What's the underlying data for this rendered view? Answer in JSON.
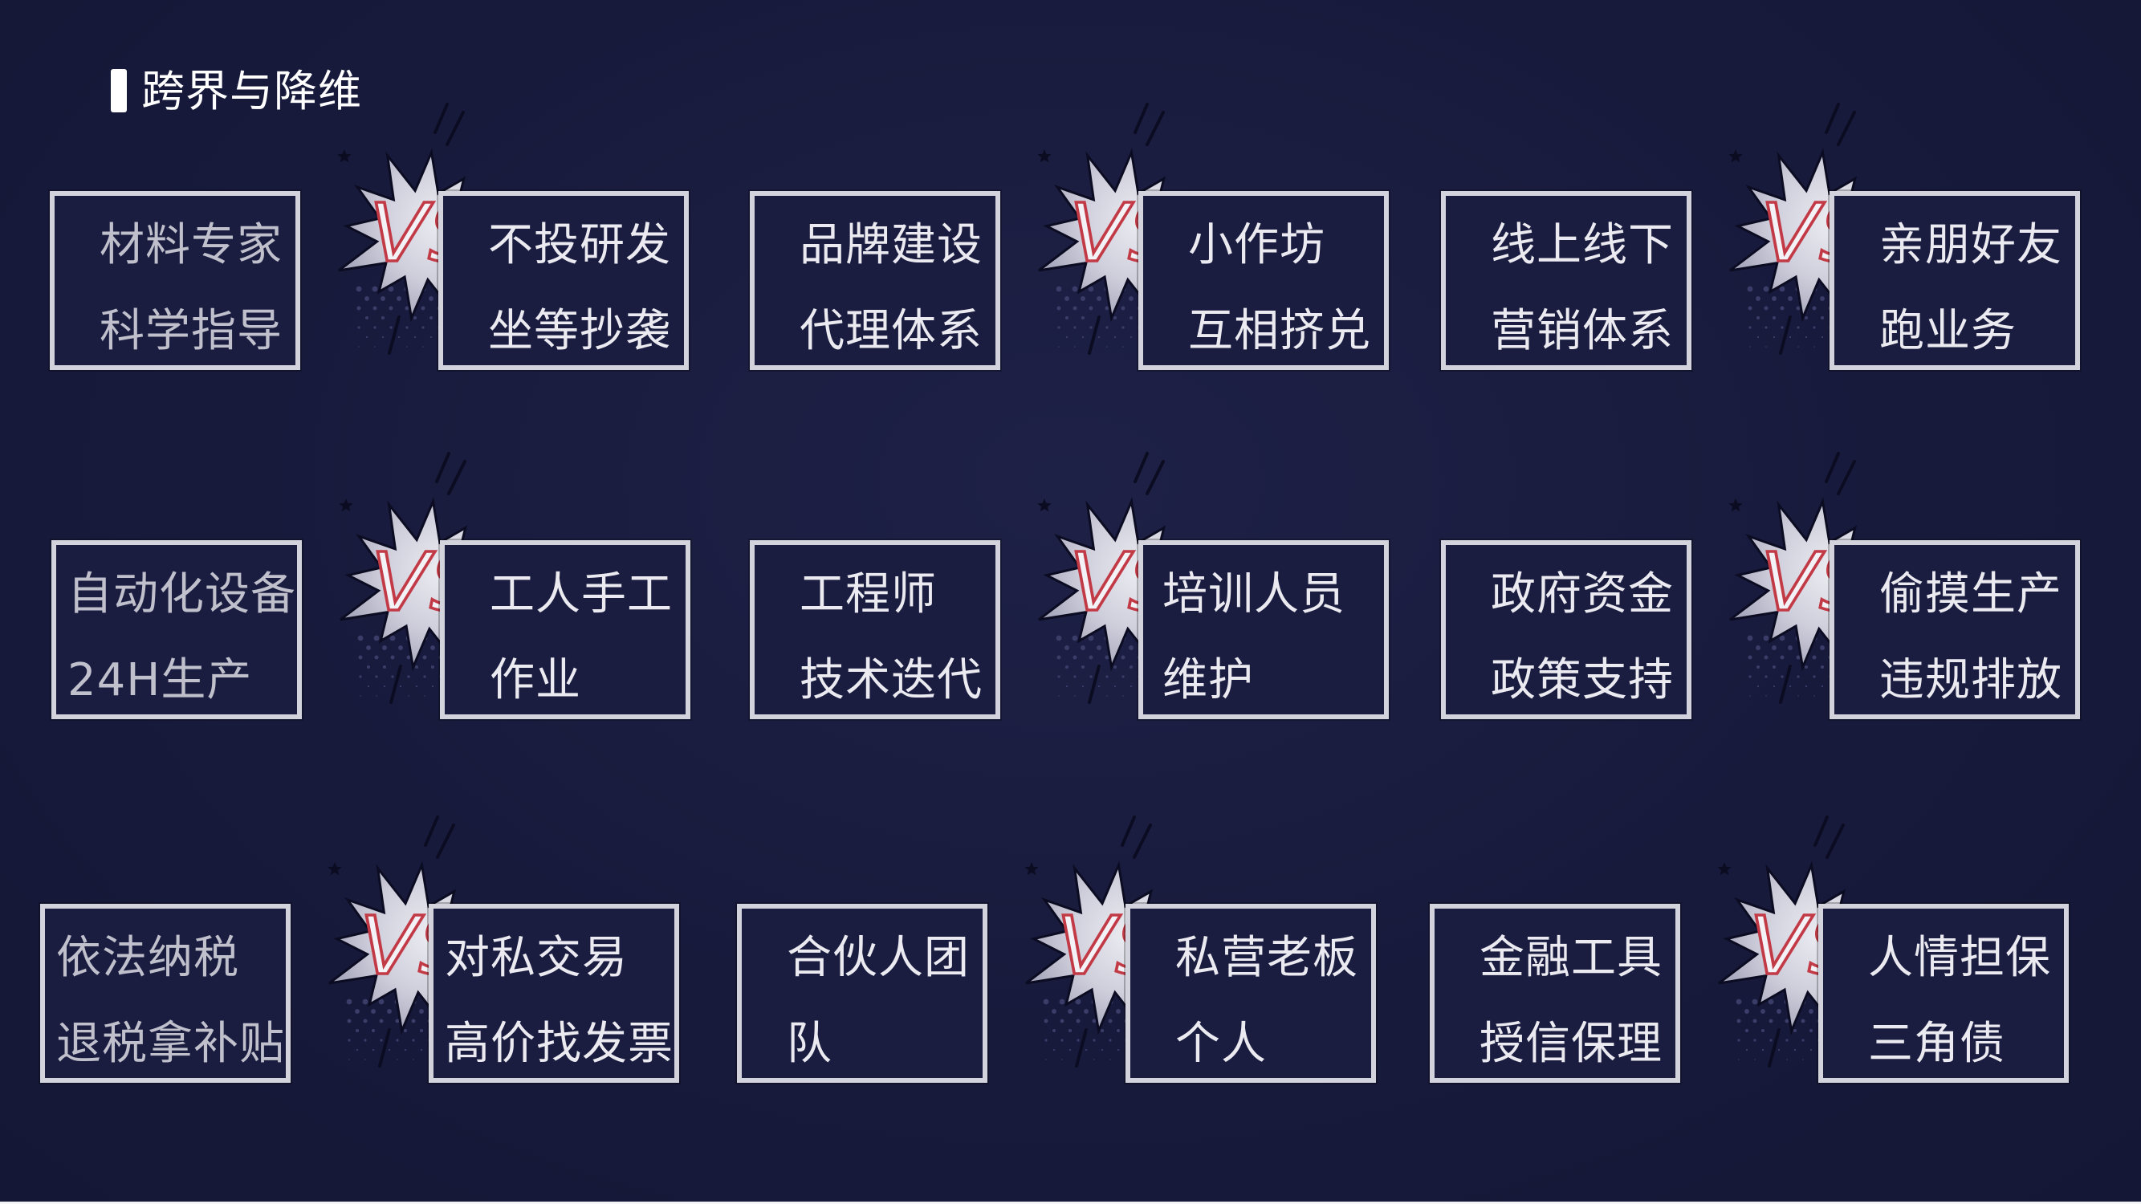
{
  "title": "跨界与降维",
  "vs_label": "VS",
  "colors": {
    "background": "#181a3c",
    "box_border": "#d2d3dc",
    "vs_text": "#c23a46",
    "burst_light": "#ececf2",
    "burst_dark": "#a3a3b9"
  },
  "pairs": [
    {
      "left": [
        "材料专家",
        "科学指导"
      ],
      "right": [
        "不投研发",
        "坐等抄袭"
      ]
    },
    {
      "left": [
        "品牌建设",
        "代理体系"
      ],
      "right": [
        "小作坊",
        "互相挤兑"
      ]
    },
    {
      "left": [
        "线上线下",
        "营销体系"
      ],
      "right": [
        "亲朋好友",
        "跑业务"
      ]
    },
    {
      "left": [
        "自动化设备",
        "24H生产"
      ],
      "right": [
        "工人手工",
        "作业"
      ]
    },
    {
      "left": [
        "工程师",
        "技术迭代"
      ],
      "right": [
        "培训人员",
        "维护"
      ]
    },
    {
      "left": [
        "政府资金",
        "政策支持"
      ],
      "right": [
        "偷摸生产",
        "违规排放"
      ]
    },
    {
      "left": [
        "依法纳税",
        "退税拿补贴"
      ],
      "right": [
        "对私交易",
        "高价找发票"
      ]
    },
    {
      "left": [
        "合伙人团",
        "队"
      ],
      "right": [
        "私营老板",
        "个人"
      ]
    },
    {
      "left": [
        "金融工具",
        "授信保理"
      ],
      "right": [
        "人情担保",
        "三角债"
      ]
    }
  ]
}
